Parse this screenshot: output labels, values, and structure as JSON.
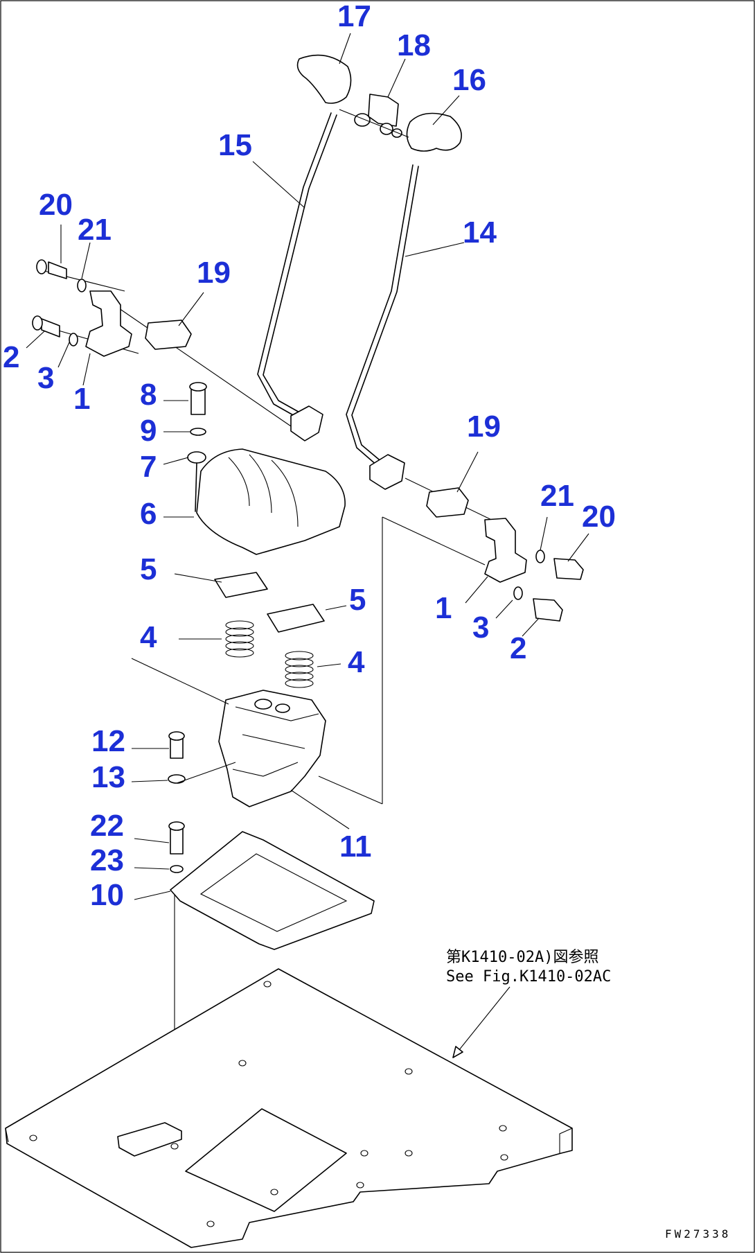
{
  "diagram": {
    "callouts": [
      {
        "id": "c17",
        "text": "17"
      },
      {
        "id": "c18",
        "text": "18"
      },
      {
        "id": "c16",
        "text": "16"
      },
      {
        "id": "c15",
        "text": "15"
      },
      {
        "id": "c14",
        "text": "14"
      },
      {
        "id": "c20a",
        "text": "20"
      },
      {
        "id": "c21a",
        "text": "21"
      },
      {
        "id": "c19a",
        "text": "19"
      },
      {
        "id": "c2a",
        "text": "2"
      },
      {
        "id": "c3a",
        "text": "3"
      },
      {
        "id": "c1a",
        "text": "1"
      },
      {
        "id": "c8",
        "text": "8"
      },
      {
        "id": "c9",
        "text": "9"
      },
      {
        "id": "c7",
        "text": "7"
      },
      {
        "id": "c6",
        "text": "6"
      },
      {
        "id": "c5a",
        "text": "5"
      },
      {
        "id": "c5b",
        "text": "5"
      },
      {
        "id": "c4a",
        "text": "4"
      },
      {
        "id": "c4b",
        "text": "4"
      },
      {
        "id": "c19b",
        "text": "19"
      },
      {
        "id": "c21b",
        "text": "21"
      },
      {
        "id": "c20b",
        "text": "20"
      },
      {
        "id": "c1b",
        "text": "1"
      },
      {
        "id": "c3b",
        "text": "3"
      },
      {
        "id": "c2b",
        "text": "2"
      },
      {
        "id": "c12",
        "text": "12"
      },
      {
        "id": "c13",
        "text": "13"
      },
      {
        "id": "c11",
        "text": "11"
      },
      {
        "id": "c22",
        "text": "22"
      },
      {
        "id": "c23",
        "text": "23"
      },
      {
        "id": "c10",
        "text": "10"
      }
    ],
    "reference_note": {
      "line1": "第K1410-02A)図参照",
      "line2": "See Fig.K1410-02AC"
    },
    "drawing_code": "FW27338"
  }
}
